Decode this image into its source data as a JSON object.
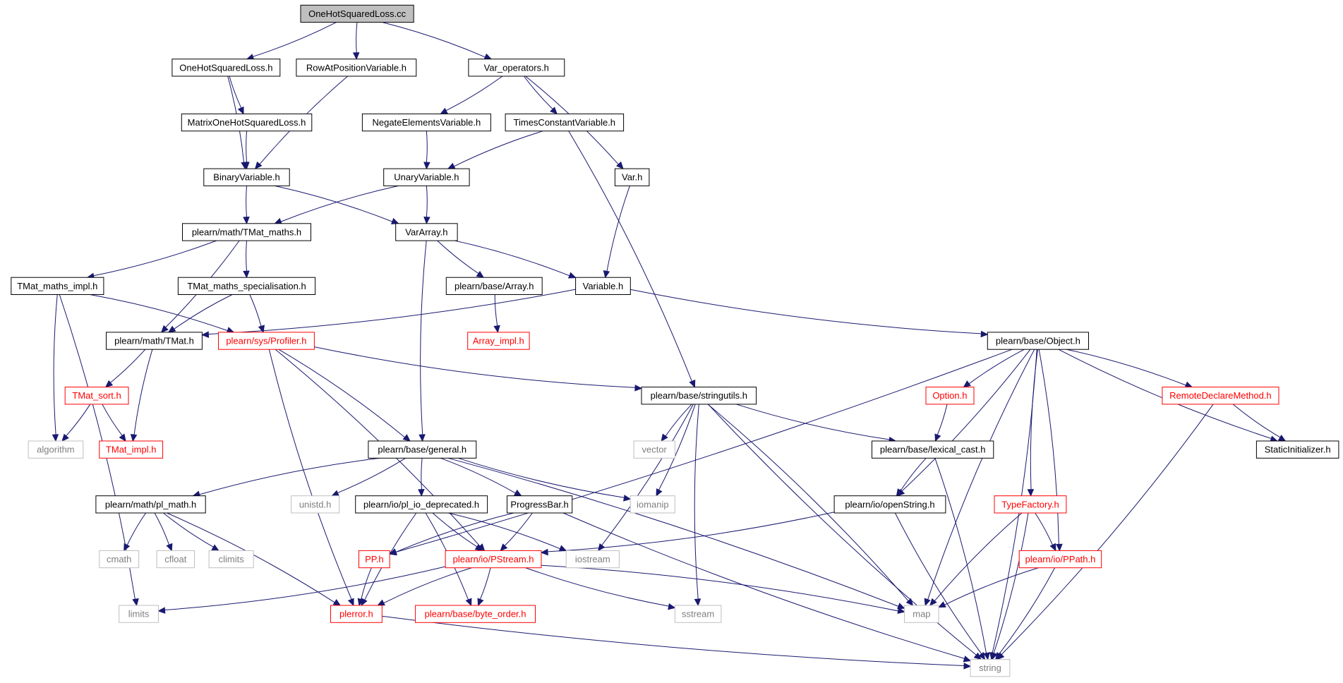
{
  "graph": {
    "nodes": [
      {
        "id": "root",
        "label": "OneHotSquaredLoss.cc",
        "style": "root",
        "link": false
      },
      {
        "id": "ohsl_h",
        "label": "OneHotSquaredLoss.h",
        "style": "normal",
        "link": true
      },
      {
        "id": "rowat",
        "label": "RowAtPositionVariable.h",
        "style": "normal",
        "link": true
      },
      {
        "id": "varops",
        "label": "Var_operators.h",
        "style": "normal",
        "link": true
      },
      {
        "id": "matrixohsl",
        "label": "MatrixOneHotSquaredLoss.h",
        "style": "normal",
        "link": true
      },
      {
        "id": "negate",
        "label": "NegateElementsVariable.h",
        "style": "normal",
        "link": true
      },
      {
        "id": "timesconst",
        "label": "TimesConstantVariable.h",
        "style": "normal",
        "link": true
      },
      {
        "id": "binvar",
        "label": "BinaryVariable.h",
        "style": "normal",
        "link": true
      },
      {
        "id": "unaryvar",
        "label": "UnaryVariable.h",
        "style": "normal",
        "link": true
      },
      {
        "id": "var_h",
        "label": "Var.h",
        "style": "normal",
        "link": true
      },
      {
        "id": "tmatmaths",
        "label": "plearn/math/TMat_maths.h",
        "style": "normal",
        "link": true
      },
      {
        "id": "vararray",
        "label": "VarArray.h",
        "style": "normal",
        "link": true
      },
      {
        "id": "tmatmathsimpl",
        "label": "TMat_maths_impl.h",
        "style": "normal",
        "link": true
      },
      {
        "id": "tmatspec",
        "label": "TMat_maths_specialisation.h",
        "style": "normal",
        "link": true
      },
      {
        "id": "basearray",
        "label": "plearn/base/Array.h",
        "style": "normal",
        "link": true
      },
      {
        "id": "variable",
        "label": "Variable.h",
        "style": "normal",
        "link": true
      },
      {
        "id": "tmat",
        "label": "plearn/math/TMat.h",
        "style": "normal",
        "link": true
      },
      {
        "id": "profiler",
        "label": "plearn/sys/Profiler.h",
        "style": "red",
        "link": true
      },
      {
        "id": "arrayimpl",
        "label": "Array_impl.h",
        "style": "red",
        "link": true
      },
      {
        "id": "object",
        "label": "plearn/base/Object.h",
        "style": "normal",
        "link": true
      },
      {
        "id": "tmatsort",
        "label": "TMat_sort.h",
        "style": "red",
        "link": true
      },
      {
        "id": "stringutils",
        "label": "plearn/base/stringutils.h",
        "style": "normal",
        "link": true
      },
      {
        "id": "option",
        "label": "Option.h",
        "style": "red",
        "link": true
      },
      {
        "id": "remotedecl",
        "label": "RemoteDeclareMethod.h",
        "style": "red",
        "link": true
      },
      {
        "id": "algorithm",
        "label": "algorithm",
        "style": "gray",
        "link": false
      },
      {
        "id": "tmatimpl",
        "label": "TMat_impl.h",
        "style": "red",
        "link": true
      },
      {
        "id": "general",
        "label": "plearn/base/general.h",
        "style": "normal",
        "link": true
      },
      {
        "id": "vector",
        "label": "vector",
        "style": "gray",
        "link": false
      },
      {
        "id": "lexicalcast",
        "label": "plearn/base/lexical_cast.h",
        "style": "normal",
        "link": true
      },
      {
        "id": "staticinit",
        "label": "StaticInitializer.h",
        "style": "normal",
        "link": true
      },
      {
        "id": "plmath",
        "label": "plearn/math/pl_math.h",
        "style": "normal",
        "link": true
      },
      {
        "id": "unistd",
        "label": "unistd.h",
        "style": "gray",
        "link": false
      },
      {
        "id": "ioplio",
        "label": "plearn/io/pl_io_deprecated.h",
        "style": "normal",
        "link": true
      },
      {
        "id": "progressbar",
        "label": "ProgressBar.h",
        "style": "normal",
        "link": true
      },
      {
        "id": "iomanip",
        "label": "iomanip",
        "style": "gray",
        "link": false
      },
      {
        "id": "openstring",
        "label": "plearn/io/openString.h",
        "style": "normal",
        "link": true
      },
      {
        "id": "typefactory",
        "label": "TypeFactory.h",
        "style": "red",
        "link": true
      },
      {
        "id": "cmath",
        "label": "cmath",
        "style": "gray",
        "link": false
      },
      {
        "id": "cfloat",
        "label": "cfloat",
        "style": "gray",
        "link": false
      },
      {
        "id": "climits",
        "label": "climits",
        "style": "gray",
        "link": false
      },
      {
        "id": "pp",
        "label": "PP.h",
        "style": "red",
        "link": true
      },
      {
        "id": "pstream",
        "label": "plearn/io/PStream.h",
        "style": "red",
        "link": true
      },
      {
        "id": "iostream",
        "label": "iostream",
        "style": "gray",
        "link": false
      },
      {
        "id": "ppath",
        "label": "plearn/io/PPath.h",
        "style": "red",
        "link": true
      },
      {
        "id": "limits",
        "label": "limits",
        "style": "gray",
        "link": false
      },
      {
        "id": "plerror",
        "label": "plerror.h",
        "style": "red",
        "link": true
      },
      {
        "id": "byteorder",
        "label": "plearn/base/byte_order.h",
        "style": "red",
        "link": true
      },
      {
        "id": "sstream",
        "label": "sstream",
        "style": "gray",
        "link": false
      },
      {
        "id": "map",
        "label": "map",
        "style": "gray",
        "link": false
      },
      {
        "id": "string",
        "label": "string",
        "style": "gray",
        "link": false
      }
    ],
    "edges": [
      [
        "root",
        "ohsl_h"
      ],
      [
        "root",
        "rowat"
      ],
      [
        "root",
        "varops"
      ],
      [
        "ohsl_h",
        "matrixohsl"
      ],
      [
        "ohsl_h",
        "binvar"
      ],
      [
        "rowat",
        "binvar"
      ],
      [
        "varops",
        "negate"
      ],
      [
        "varops",
        "timesconst"
      ],
      [
        "varops",
        "var_h"
      ],
      [
        "matrixohsl",
        "binvar"
      ],
      [
        "negate",
        "unaryvar"
      ],
      [
        "timesconst",
        "unaryvar"
      ],
      [
        "timesconst",
        "stringutils"
      ],
      [
        "binvar",
        "tmatmaths"
      ],
      [
        "binvar",
        "vararray"
      ],
      [
        "unaryvar",
        "tmatmaths"
      ],
      [
        "unaryvar",
        "vararray"
      ],
      [
        "var_h",
        "variable"
      ],
      [
        "tmatmaths",
        "tmatmathsimpl"
      ],
      [
        "tmatmaths",
        "tmatspec"
      ],
      [
        "tmatmaths",
        "tmat"
      ],
      [
        "vararray",
        "basearray"
      ],
      [
        "vararray",
        "variable"
      ],
      [
        "vararray",
        "general"
      ],
      [
        "tmatmathsimpl",
        "profiler"
      ],
      [
        "tmatmathsimpl",
        "algorithm"
      ],
      [
        "tmatmathsimpl",
        "limits"
      ],
      [
        "tmatspec",
        "tmat"
      ],
      [
        "tmatspec",
        "profiler"
      ],
      [
        "basearray",
        "arrayimpl"
      ],
      [
        "variable",
        "tmat"
      ],
      [
        "variable",
        "object"
      ],
      [
        "tmat",
        "tmatsort"
      ],
      [
        "tmat",
        "tmatimpl"
      ],
      [
        "tmatsort",
        "algorithm"
      ],
      [
        "tmatsort",
        "tmatimpl"
      ],
      [
        "profiler",
        "general"
      ],
      [
        "profiler",
        "stringutils"
      ],
      [
        "profiler",
        "pstream"
      ],
      [
        "profiler",
        "plerror"
      ],
      [
        "object",
        "pp"
      ],
      [
        "object",
        "option"
      ],
      [
        "object",
        "remotedecl"
      ],
      [
        "object",
        "staticinit"
      ],
      [
        "object",
        "openstring"
      ],
      [
        "object",
        "typefactory"
      ],
      [
        "object",
        "ppath"
      ],
      [
        "object",
        "map"
      ],
      [
        "object",
        "string"
      ],
      [
        "stringutils",
        "vector"
      ],
      [
        "stringutils",
        "iomanip"
      ],
      [
        "stringutils",
        "lexicalcast"
      ],
      [
        "stringutils",
        "iostream"
      ],
      [
        "stringutils",
        "sstream"
      ],
      [
        "stringutils",
        "map"
      ],
      [
        "stringutils",
        "string"
      ],
      [
        "option",
        "lexicalcast"
      ],
      [
        "remotedecl",
        "staticinit"
      ],
      [
        "remotedecl",
        "string"
      ],
      [
        "general",
        "plmath"
      ],
      [
        "general",
        "unistd"
      ],
      [
        "general",
        "ioplio"
      ],
      [
        "general",
        "progressbar"
      ],
      [
        "general",
        "iomanip"
      ],
      [
        "general",
        "map"
      ],
      [
        "lexicalcast",
        "openstring"
      ],
      [
        "lexicalcast",
        "string"
      ],
      [
        "plmath",
        "cmath"
      ],
      [
        "plmath",
        "cfloat"
      ],
      [
        "plmath",
        "climits"
      ],
      [
        "plmath",
        "plerror"
      ],
      [
        "ioplio",
        "pstream"
      ],
      [
        "ioplio",
        "iostream"
      ],
      [
        "ioplio",
        "plerror"
      ],
      [
        "ioplio",
        "byteorder"
      ],
      [
        "progressbar",
        "pp"
      ],
      [
        "progressbar",
        "pstream"
      ],
      [
        "progressbar",
        "string"
      ],
      [
        "openstring",
        "pstream"
      ],
      [
        "openstring",
        "string"
      ],
      [
        "typefactory",
        "ppath"
      ],
      [
        "typefactory",
        "map"
      ],
      [
        "typefactory",
        "string"
      ],
      [
        "pp",
        "plerror"
      ],
      [
        "pstream",
        "limits"
      ],
      [
        "pstream",
        "plerror"
      ],
      [
        "pstream",
        "byteorder"
      ],
      [
        "pstream",
        "sstream"
      ],
      [
        "pstream",
        "map"
      ],
      [
        "ppath",
        "map"
      ],
      [
        "ppath",
        "string"
      ],
      [
        "plerror",
        "string"
      ]
    ]
  }
}
